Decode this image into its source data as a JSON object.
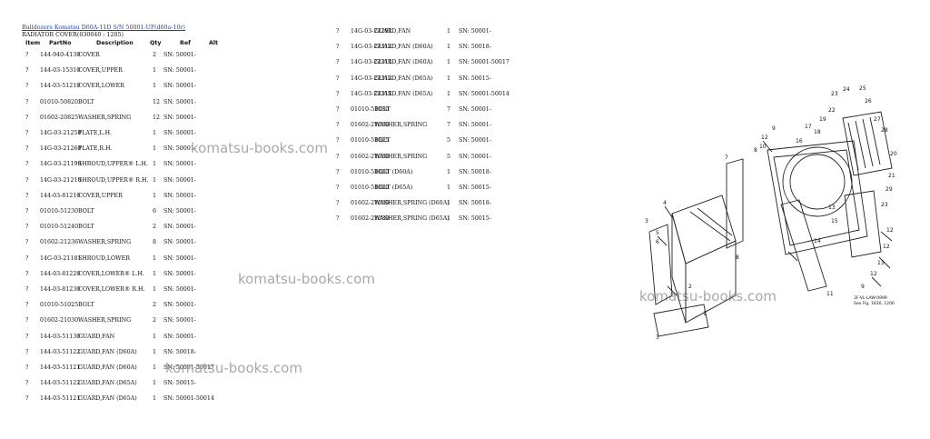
{
  "breadcrumb": "Bulldozers Komatsu D60A-11D S/N 50001-UP(d60a-10r)",
  "section_title": "RADIATOR COVER(030040 : 1205)",
  "columns": {
    "item": "Item",
    "partno": "PartNo",
    "description": "Description",
    "qty": "Qty",
    "ref": "Ref",
    "alt": "Alt"
  },
  "left_rows": [
    {
      "item": "?",
      "partno": "144-940-4130",
      "desc": "COVER",
      "qty": "2",
      "ref": "SN: 50001-"
    },
    {
      "item": "?",
      "partno": "144-03-15310",
      "desc": "COVER,UPPER",
      "qty": "1",
      "ref": "SN: 50001-"
    },
    {
      "item": "?",
      "partno": "144-03-51210",
      "desc": "COVER,LOWER",
      "qty": "1",
      "ref": "SN: 50001-"
    },
    {
      "item": "?",
      "partno": "01010-50820",
      "desc": "BOLT",
      "qty": "12",
      "ref": "SN: 50001-"
    },
    {
      "item": "?",
      "partno": "01602-20825",
      "desc": "WASHER,SPRING",
      "qty": "12",
      "ref": "SN: 50001-"
    },
    {
      "item": "?",
      "partno": "14G-03-21250",
      "desc": "PLATE,L.H.",
      "qty": "1",
      "ref": "SN: 50001-"
    },
    {
      "item": "?",
      "partno": "14G-03-21260",
      "desc": "PLATE,R.H.",
      "qty": "1",
      "ref": "SN: 50001-"
    },
    {
      "item": "?",
      "partno": "14G-03-21190",
      "desc": "SHROUD,UPPER® L.H.",
      "qty": "1",
      "ref": "SN: 50001-"
    },
    {
      "item": "?",
      "partno": "14G-03-21210",
      "desc": "SHROUD,UPPER® R.H.",
      "qty": "1",
      "ref": "SN: 50001-"
    },
    {
      "item": "?",
      "partno": "144-03-81210",
      "desc": "COVER,UPPER",
      "qty": "1",
      "ref": "SN: 50001-"
    },
    {
      "item": "?",
      "partno": "01010-51230",
      "desc": "BOLT",
      "qty": "6",
      "ref": "SN: 50001-"
    },
    {
      "item": "?",
      "partno": "01010-51240",
      "desc": "BOLT",
      "qty": "2",
      "ref": "SN: 50001-"
    },
    {
      "item": "?",
      "partno": "01602-21236",
      "desc": "WASHER,SPRING",
      "qty": "8",
      "ref": "SN: 50001-"
    },
    {
      "item": "?",
      "partno": "14G-03-21181",
      "desc": "SHROUD,LOWER",
      "qty": "1",
      "ref": "SN: 50001-"
    },
    {
      "item": "?",
      "partno": "144-03-81220",
      "desc": "COVER,LOWER® L.H.",
      "qty": "1",
      "ref": "SN: 50001-"
    },
    {
      "item": "?",
      "partno": "144-03-81230",
      "desc": "COVER,LOWER® R.H.",
      "qty": "1",
      "ref": "SN: 50001-"
    },
    {
      "item": "?",
      "partno": "01010-51025",
      "desc": "BOLT",
      "qty": "2",
      "ref": "SN: 50001-"
    },
    {
      "item": "?",
      "partno": "01602-21030",
      "desc": "WASHER,SPRING",
      "qty": "2",
      "ref": "SN: 50001-"
    },
    {
      "item": "?",
      "partno": "144-03-51130",
      "desc": "GUARD,FAN",
      "qty": "1",
      "ref": "SN: 50001-"
    },
    {
      "item": "?",
      "partno": "144-03-51122",
      "desc": "GUARD,FAN (D60A)",
      "qty": "1",
      "ref": "SN: 50018-"
    },
    {
      "item": "?",
      "partno": "144-03-51121",
      "desc": "GUARD,FAN (D60A)",
      "qty": "1",
      "ref": "SN: 50001-50017"
    },
    {
      "item": "?",
      "partno": "144-03-51122",
      "desc": "GUARD,FAN (D65A)",
      "qty": "1",
      "ref": "SN: 50015-"
    },
    {
      "item": "?",
      "partno": "144-03-51121",
      "desc": "GUARD,FAN (D65A)",
      "qty": "1",
      "ref": "SN: 50001-50014"
    }
  ],
  "right_rows": [
    {
      "item": "?",
      "partno": "14G-03-21291",
      "desc": "GUARD,FAN",
      "qty": "1",
      "ref": "SN: 50001-"
    },
    {
      "item": "?",
      "partno": "14G-03-21312",
      "desc": "GUARD,FAN (D60A)",
      "qty": "1",
      "ref": "SN: 50018-"
    },
    {
      "item": "?",
      "partno": "14G-03-21311",
      "desc": "GUARD,FAN (D60A)",
      "qty": "1",
      "ref": "SN: 50001-50017"
    },
    {
      "item": "?",
      "partno": "14G-03-21312",
      "desc": "GUARD,FAN (D65A)",
      "qty": "1",
      "ref": "SN: 50015-"
    },
    {
      "item": "?",
      "partno": "14G-03-21311",
      "desc": "GUARD,FAN (D65A)",
      "qty": "1",
      "ref": "SN: 50001-50014"
    },
    {
      "item": "?",
      "partno": "01010-51030",
      "desc": "BOLT",
      "qty": "7",
      "ref": "SN: 50001-"
    },
    {
      "item": "?",
      "partno": "01602-21030",
      "desc": "WASHER,SPRING",
      "qty": "7",
      "ref": "SN: 50001-"
    },
    {
      "item": "?",
      "partno": "01010-51025",
      "desc": "BOLT",
      "qty": "5",
      "ref": "SN: 50001-"
    },
    {
      "item": "?",
      "partno": "01602-21030",
      "desc": "WASHER,SPRING",
      "qty": "5",
      "ref": "SN: 50001-"
    },
    {
      "item": "?",
      "partno": "01010-51020",
      "desc": "BOLT (D60A)",
      "qty": "1",
      "ref": "SN: 50018-"
    },
    {
      "item": "?",
      "partno": "01010-51020",
      "desc": "BOLT (D65A)",
      "qty": "1",
      "ref": "SN: 50015-"
    },
    {
      "item": "?",
      "partno": "01602-21030",
      "desc": "WASHER,SPRING (D60A)",
      "qty": "1",
      "ref": "SN: 50018-"
    },
    {
      "item": "?",
      "partno": "01602-21030",
      "desc": "WASHER,SPRING (D65A)",
      "qty": "1",
      "ref": "SN: 50015-"
    }
  ],
  "watermark": "komatsu-books.com",
  "diagram": {
    "callouts": [
      "23",
      "24",
      "25",
      "26",
      "27",
      "22",
      "19",
      "17",
      "18",
      "16",
      "12",
      "10",
      "9",
      "8",
      "7",
      "3",
      "4",
      "5",
      "6",
      "2",
      "1",
      "13",
      "15",
      "14",
      "11",
      "28",
      "20",
      "21",
      "29"
    ],
    "caption_line1": "3F-VL-LAW-0999",
    "caption_line2": "See Fig. 1830, 1206"
  }
}
